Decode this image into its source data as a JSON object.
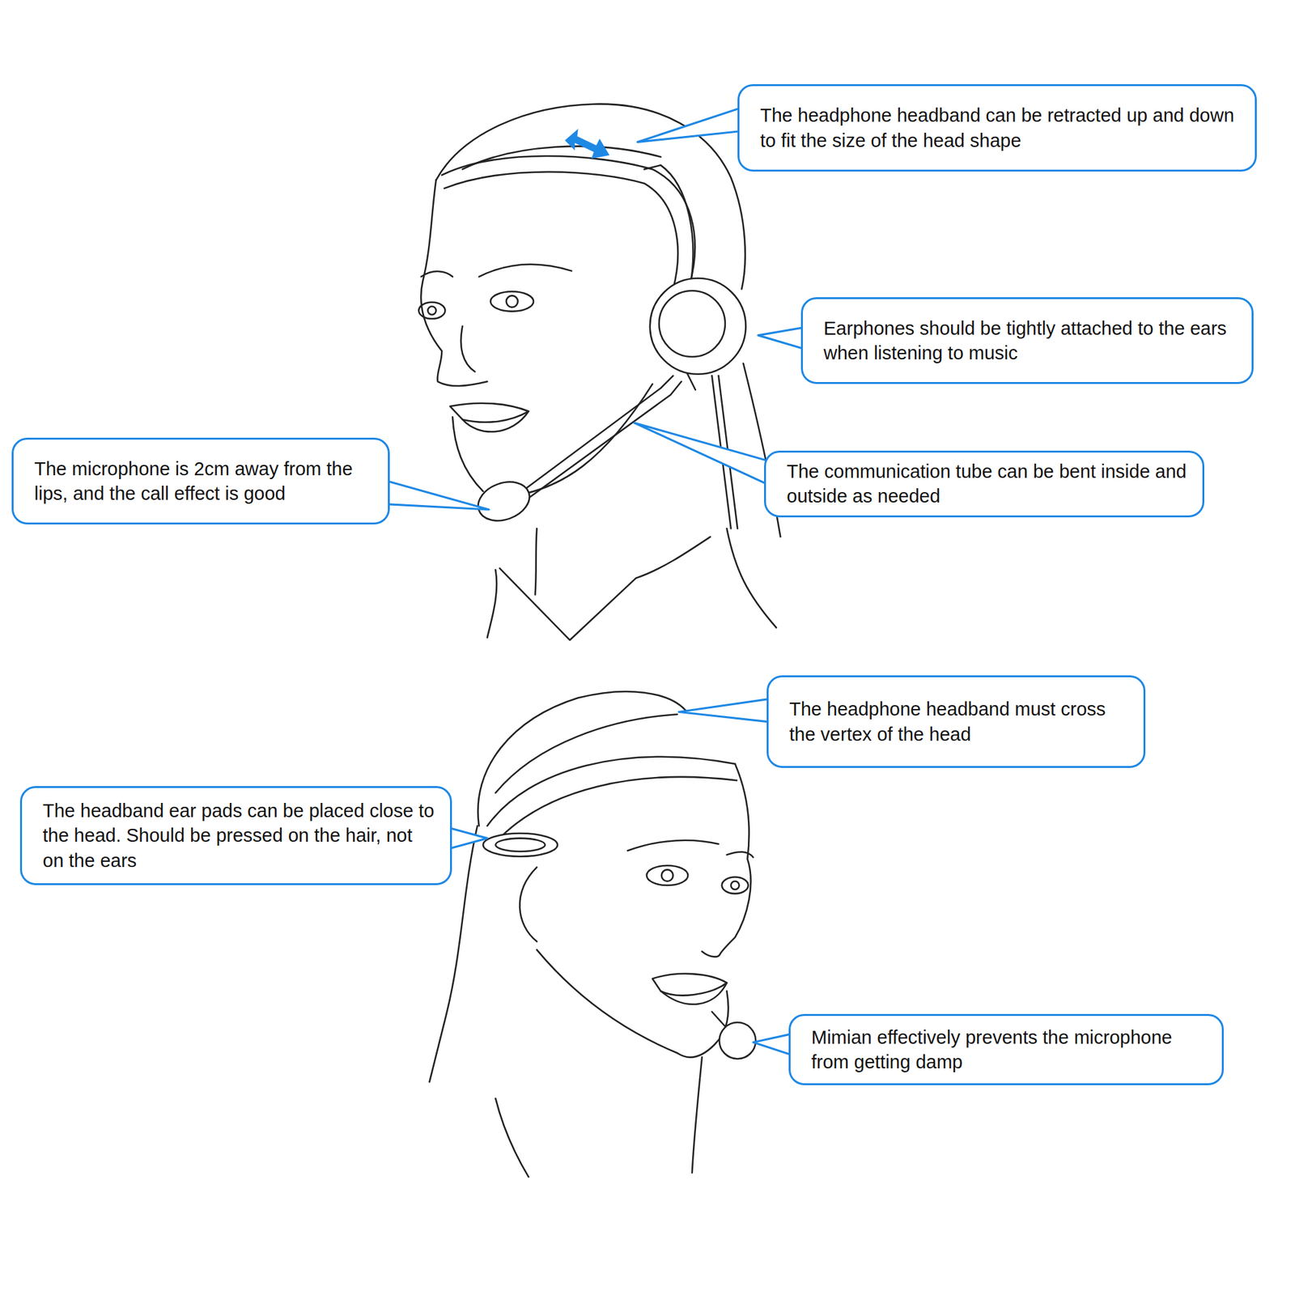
{
  "diagram": {
    "nodes": [
      {
        "text": [
          "The headphone headband can be retracted up and down to fit the size of the head shape"
        ]
      },
      {
        "text": [
          "Earphones should be tightly attached to the ears when listening to music"
        ]
      },
      {
        "text": [
          "The microphone is 2cm away from the lips, and the call effect is good"
        ]
      },
      {
        "text": [
          "The communication tube can be bent inside and outside as needed"
        ]
      },
      {
        "text": [
          "The headphone headband must cross the vertex of the head"
        ]
      },
      {
        "text": [
          "The headband ear pads can be placed close to the head. Should be pressed on the hair, not on the ears"
        ]
      },
      {
        "text": [
          "Mimian effectively prevents the microphone from getting damp"
        ]
      }
    ]
  }
}
